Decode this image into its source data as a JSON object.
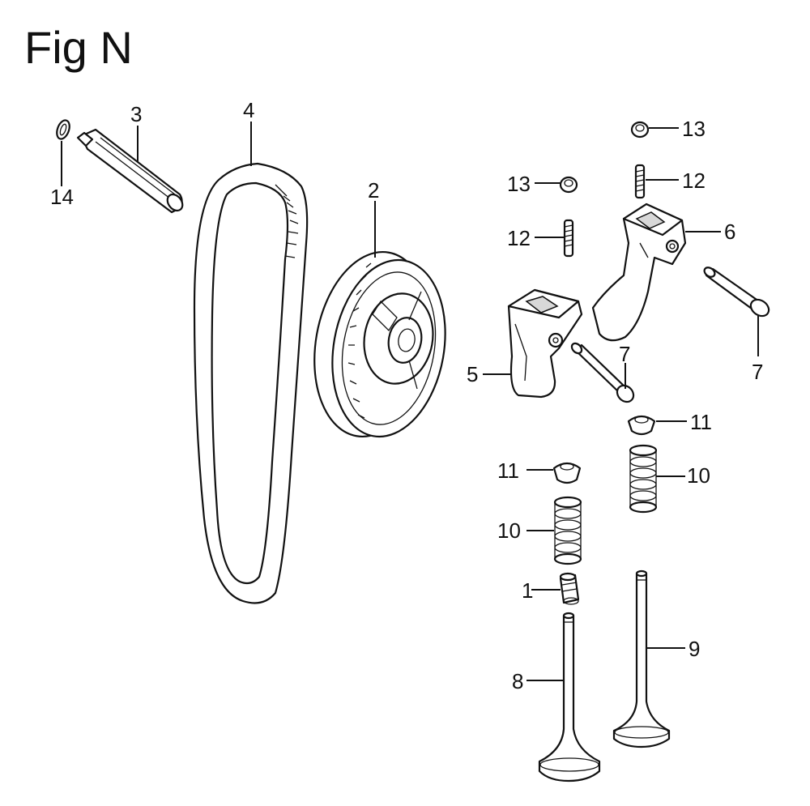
{
  "figure": {
    "title": "Fig N"
  },
  "callouts": {
    "c1": "1",
    "c2": "2",
    "c3": "3",
    "c4": "4",
    "c5": "5",
    "c6": "6",
    "c7a": "7",
    "c7b": "7",
    "c8": "8",
    "c9": "9",
    "c10a": "10",
    "c10b": "10",
    "c11a": "11",
    "c11b": "11",
    "c12a": "12",
    "c12b": "12",
    "c13a": "13",
    "c13b": "13",
    "c14": "14"
  },
  "parts": [
    {
      "id": "tappet",
      "ref": "1"
    },
    {
      "id": "camshaft-pulley",
      "ref": "2"
    },
    {
      "id": "shaft",
      "ref": "3"
    },
    {
      "id": "timing-belt",
      "ref": "4"
    },
    {
      "id": "rocker-arm-left",
      "ref": "5"
    },
    {
      "id": "rocker-arm-right",
      "ref": "6"
    },
    {
      "id": "rocker-pin",
      "ref": "7"
    },
    {
      "id": "intake-valve",
      "ref": "8"
    },
    {
      "id": "exhaust-valve",
      "ref": "9"
    },
    {
      "id": "valve-spring",
      "ref": "10"
    },
    {
      "id": "spring-retainer",
      "ref": "11"
    },
    {
      "id": "adjusting-screw",
      "ref": "12"
    },
    {
      "id": "lock-nut",
      "ref": "13"
    },
    {
      "id": "o-ring",
      "ref": "14"
    }
  ]
}
